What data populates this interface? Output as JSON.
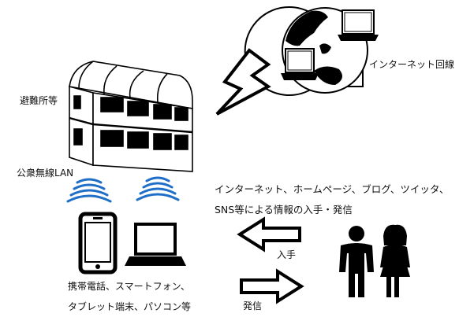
{
  "labels": {
    "shelter": "避難所等",
    "public_lan": "公衆無線LAN",
    "internet_line": "インターネット回線",
    "services_line1": "インターネット、ホームページ、ブログ、ツイッタ、",
    "services_line2": "SNS等による情報の入手・発信",
    "receive": "入手",
    "send": "発信",
    "devices_line1": "携帯電話、スマートフォン、",
    "devices_line2": "タブレット端末、パソコン等"
  },
  "icons": [
    "building-icon",
    "globe-icon",
    "laptop-icon",
    "lightning-icon",
    "wifi-waves-icon",
    "smartphone-icon",
    "people-icon",
    "arrow-left-icon",
    "arrow-right-icon"
  ]
}
